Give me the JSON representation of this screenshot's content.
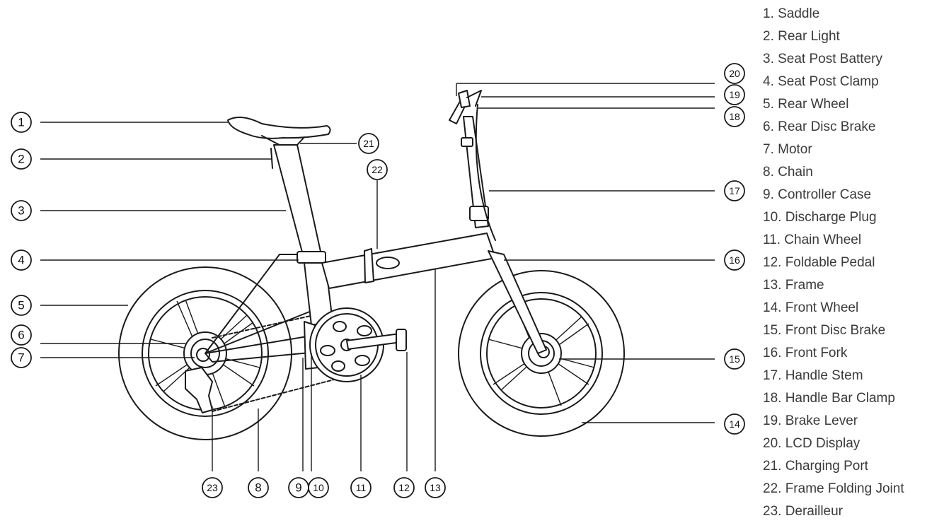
{
  "legend": [
    {
      "number": "1",
      "label": "1. Saddle"
    },
    {
      "number": "2",
      "label": "2. Rear Light"
    },
    {
      "number": "3",
      "label": "3. Seat Post Battery"
    },
    {
      "number": "4",
      "label": "4. Seat Post Clamp"
    },
    {
      "number": "5",
      "label": "5. Rear Wheel"
    },
    {
      "number": "6",
      "label": "6. Rear Disc Brake"
    },
    {
      "number": "7",
      "label": "7. Motor"
    },
    {
      "number": "8",
      "label": "8. Chain"
    },
    {
      "number": "9",
      "label": "9. Controller Case"
    },
    {
      "number": "10",
      "label": "10. Discharge Plug"
    },
    {
      "number": "11",
      "label": "11. Chain Wheel"
    },
    {
      "number": "12",
      "label": "12. Foldable Pedal"
    },
    {
      "number": "13",
      "label": "13. Frame"
    },
    {
      "number": "14",
      "label": "14. Front Wheel"
    },
    {
      "number": "15",
      "label": "15. Front Disc Brake"
    },
    {
      "number": "16",
      "label": "16. Front Fork"
    },
    {
      "number": "17",
      "label": "17. Handle Stem"
    },
    {
      "number": "18",
      "label": "18. Handle Bar Clamp"
    },
    {
      "number": "19",
      "label": "19. Brake Lever"
    },
    {
      "number": "20",
      "label": "20. LCD Display"
    },
    {
      "number": "21",
      "label": "21. Charging Port"
    },
    {
      "number": "22",
      "label": "22. Frame Folding Joint"
    },
    {
      "number": "23",
      "label": "23. Derailleur"
    }
  ],
  "colors": {
    "ink": "#1a1a1a",
    "legend_text": "#3a3a3a",
    "background": "#ffffff"
  }
}
